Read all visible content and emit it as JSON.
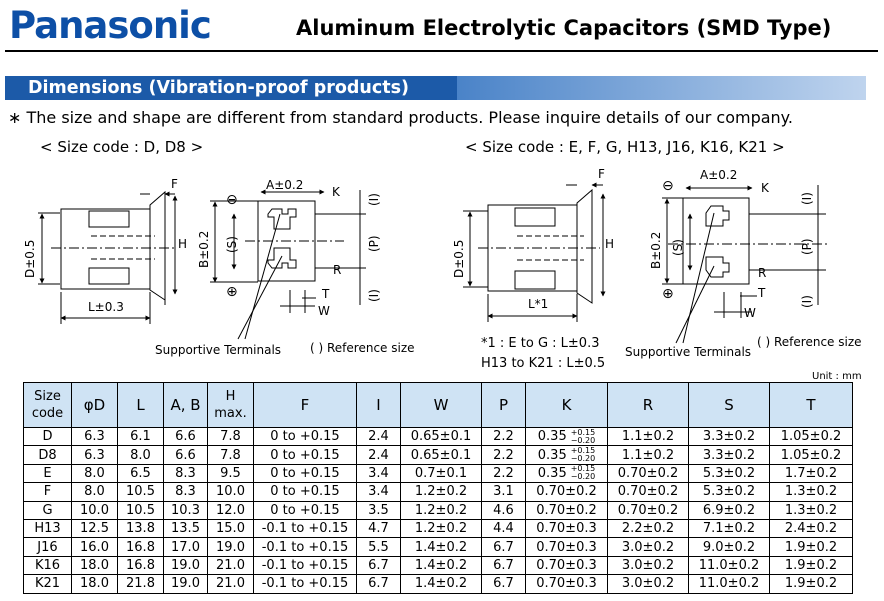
{
  "header": {
    "brand": "Panasonic",
    "title": "Aluminum Electrolytic Capacitors (SMD Type)"
  },
  "section": {
    "title": "Dimensions (Vibration-proof products)"
  },
  "note": "∗ The size and shape are different from standard products. Please inquire details of our company.",
  "diagram_left": {
    "size_code": "< Size code : D, D8 >",
    "label_f": "F",
    "label_d": "D±0.5",
    "label_h": "H",
    "label_l": "L±0.3",
    "label_a": "A±0.2",
    "label_k": "K",
    "label_b": "B±0.2",
    "label_s": "(S)",
    "label_r": "R",
    "label_i_top": "(I)",
    "label_p": "(P)",
    "label_i_bot": "(I)",
    "label_t": "T",
    "label_w": "W",
    "minus": "⊖",
    "plus": "⊕",
    "supportive": "Supportive Terminals",
    "reference": "(  ) Reference size"
  },
  "diagram_right": {
    "size_code": "< Size code : E, F, G, H13, J16, K16, K21 >",
    "label_f": "F",
    "label_d": "D±0.5",
    "label_h": "H",
    "label_l": "L*1",
    "label_a": "A±0.2",
    "label_k": "K",
    "label_b": "B±0.2",
    "label_s": "(S)",
    "label_r": "R",
    "label_i_top": "(I)",
    "label_p": "(P)",
    "label_i_bot": "(I)",
    "label_t": "T",
    "label_w": "W",
    "minus": "⊖",
    "plus": "⊕",
    "footnote1": "*1 : E to G : L±0.3",
    "footnote2": "H13 to K21 : L±0.5",
    "supportive": "Supportive Terminals",
    "reference": "(  ) Reference size"
  },
  "table": {
    "unit": "Unit : mm",
    "headers": [
      "Size code",
      "φD",
      "L",
      "A, B",
      "H max.",
      "F",
      "I",
      "W",
      "P",
      "K",
      "R",
      "S",
      "T"
    ],
    "rows": [
      [
        "D",
        "6.3",
        "6.1",
        "6.6",
        "7.8",
        "0 to +0.15",
        "2.4",
        "0.65±0.1",
        "2.2",
        "0.35",
        "1.1±0.2",
        "3.3±0.2",
        "1.05±0.2"
      ],
      [
        "D8",
        "6.3",
        "8.0",
        "6.6",
        "7.8",
        "0 to +0.15",
        "2.4",
        "0.65±0.1",
        "2.2",
        "0.35",
        "1.1±0.2",
        "3.3±0.2",
        "1.05±0.2"
      ],
      [
        "E",
        "8.0",
        "6.5",
        "8.3",
        "9.5",
        "0 to +0.15",
        "3.4",
        "0.7±0.1",
        "2.2",
        "0.35",
        "0.70±0.2",
        "5.3±0.2",
        "1.7±0.2"
      ],
      [
        "F",
        "8.0",
        "10.5",
        "8.3",
        "10.0",
        "0 to +0.15",
        "3.4",
        "1.2±0.2",
        "3.1",
        "0.70±0.2",
        "0.70±0.2",
        "5.3±0.2",
        "1.3±0.2"
      ],
      [
        "G",
        "10.0",
        "10.5",
        "10.3",
        "12.0",
        "0 to +0.15",
        "3.5",
        "1.2±0.2",
        "4.6",
        "0.70±0.2",
        "0.70±0.2",
        "6.9±0.2",
        "1.3±0.2"
      ],
      [
        "H13",
        "12.5",
        "13.8",
        "13.5",
        "15.0",
        "-0.1 to +0.15",
        "4.7",
        "1.2±0.2",
        "4.4",
        "0.70±0.3",
        "2.2±0.2",
        "7.1±0.2",
        "2.4±0.2"
      ],
      [
        "J16",
        "16.0",
        "16.8",
        "17.0",
        "19.0",
        "-0.1 to +0.15",
        "5.5",
        "1.4±0.2",
        "6.7",
        "0.70±0.3",
        "3.0±0.2",
        "9.0±0.2",
        "1.9±0.2"
      ],
      [
        "K16",
        "18.0",
        "16.8",
        "19.0",
        "21.0",
        "-0.1 to +0.15",
        "6.7",
        "1.4±0.2",
        "6.7",
        "0.70±0.3",
        "3.0±0.2",
        "11.0±0.2",
        "1.9±0.2"
      ],
      [
        "K21",
        "18.0",
        "21.8",
        "19.0",
        "21.0",
        "-0.1 to +0.15",
        "6.7",
        "1.4±0.2",
        "6.7",
        "0.70±0.3",
        "3.0±0.2",
        "11.0±0.2",
        "1.9±0.2"
      ]
    ],
    "k_tol_plus": "+0.15",
    "k_tol_minus": "−0.20"
  }
}
